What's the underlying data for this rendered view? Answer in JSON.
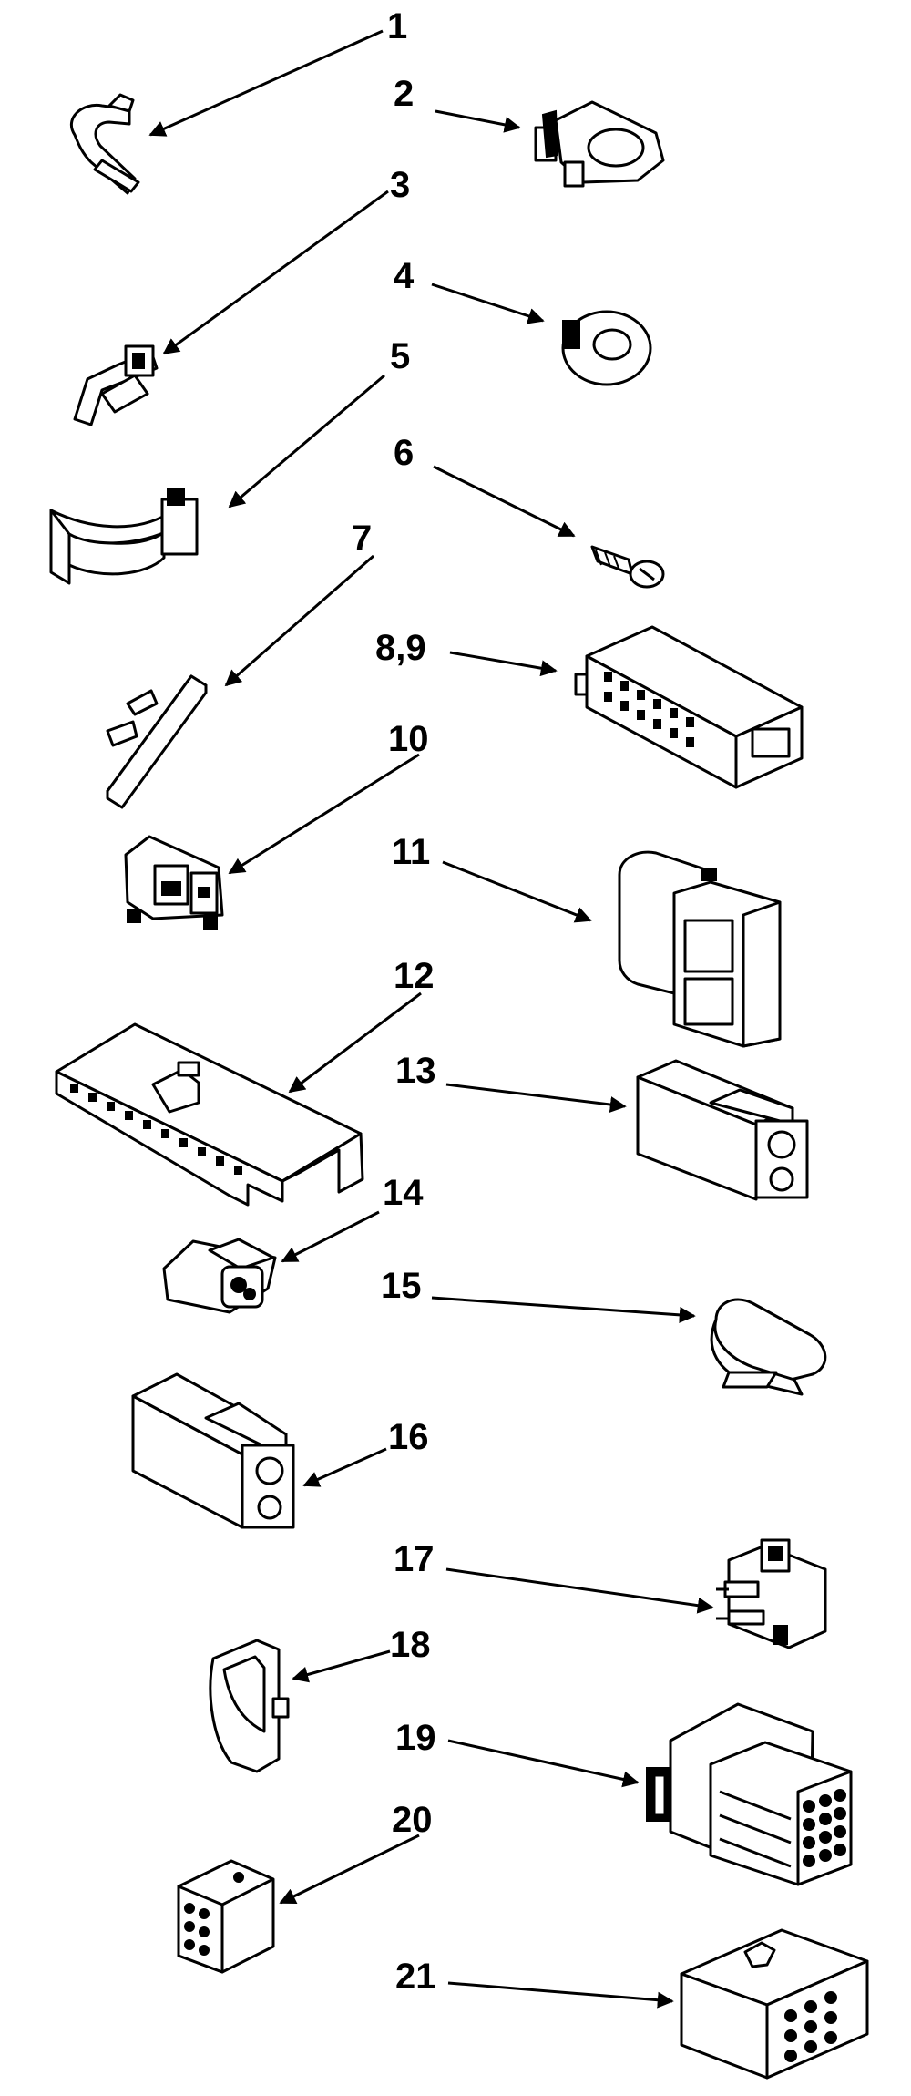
{
  "diagram": {
    "parts": [
      {
        "label": "1",
        "icon": "clip-icon"
      },
      {
        "label": "2",
        "icon": "cable-clamp-icon"
      },
      {
        "label": "3",
        "icon": "wire-clip-icon"
      },
      {
        "label": "4",
        "icon": "grommet-icon"
      },
      {
        "label": "5",
        "icon": "hose-clamp-icon"
      },
      {
        "label": "6",
        "icon": "screw-icon"
      },
      {
        "label": "8,9",
        "icon": "multi-pin-connector-icon"
      },
      {
        "label": "7",
        "icon": "retainer-icon"
      },
      {
        "label": "10",
        "icon": "terminal-block-icon"
      },
      {
        "label": "11",
        "icon": "housing-connector-icon"
      },
      {
        "label": "12",
        "icon": "strip-connector-icon"
      },
      {
        "label": "13",
        "icon": "two-pin-connector-icon"
      },
      {
        "label": "14",
        "icon": "small-connector-icon"
      },
      {
        "label": "15",
        "icon": "spring-clip-icon"
      },
      {
        "label": "16",
        "icon": "two-pin-connector-icon"
      },
      {
        "label": "17",
        "icon": "pin-header-icon"
      },
      {
        "label": "18",
        "icon": "latch-icon"
      },
      {
        "label": "19",
        "icon": "twelve-pin-connector-icon"
      },
      {
        "label": "20",
        "icon": "six-pin-plug-icon"
      },
      {
        "label": "21",
        "icon": "nine-pin-socket-icon"
      }
    ]
  }
}
